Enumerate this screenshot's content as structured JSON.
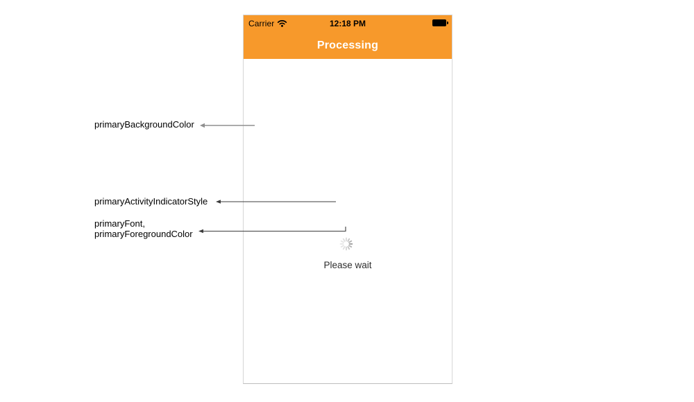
{
  "phone": {
    "status_bar": {
      "carrier": "Carrier",
      "time": "12:18 PM"
    },
    "nav_bar": {
      "title": "Processing"
    },
    "content": {
      "message": "Please wait"
    }
  },
  "annotations": {
    "background": "primaryBackgroundColor",
    "activity_indicator": "primaryActivityIndicatorStyle",
    "font_line1": "primaryFont,",
    "font_line2": "primaryForegroundColor"
  },
  "colors": {
    "header_orange": "#F7992B",
    "nav_title": "#FFFFFF",
    "status_text": "#000000",
    "message_text": "#2D2D2D",
    "annotation_text": "#000000",
    "arrow_gray": "#8F8F8F",
    "arrow_dark": "#3C3C3C",
    "phone_border": "#D6D6D6",
    "spinner": "#9B9B9B",
    "screen_background": "#FFFFFF"
  },
  "icons": {
    "wifi": "wifi-icon",
    "battery": "battery-icon",
    "spinner": "activity-indicator-spinner"
  }
}
